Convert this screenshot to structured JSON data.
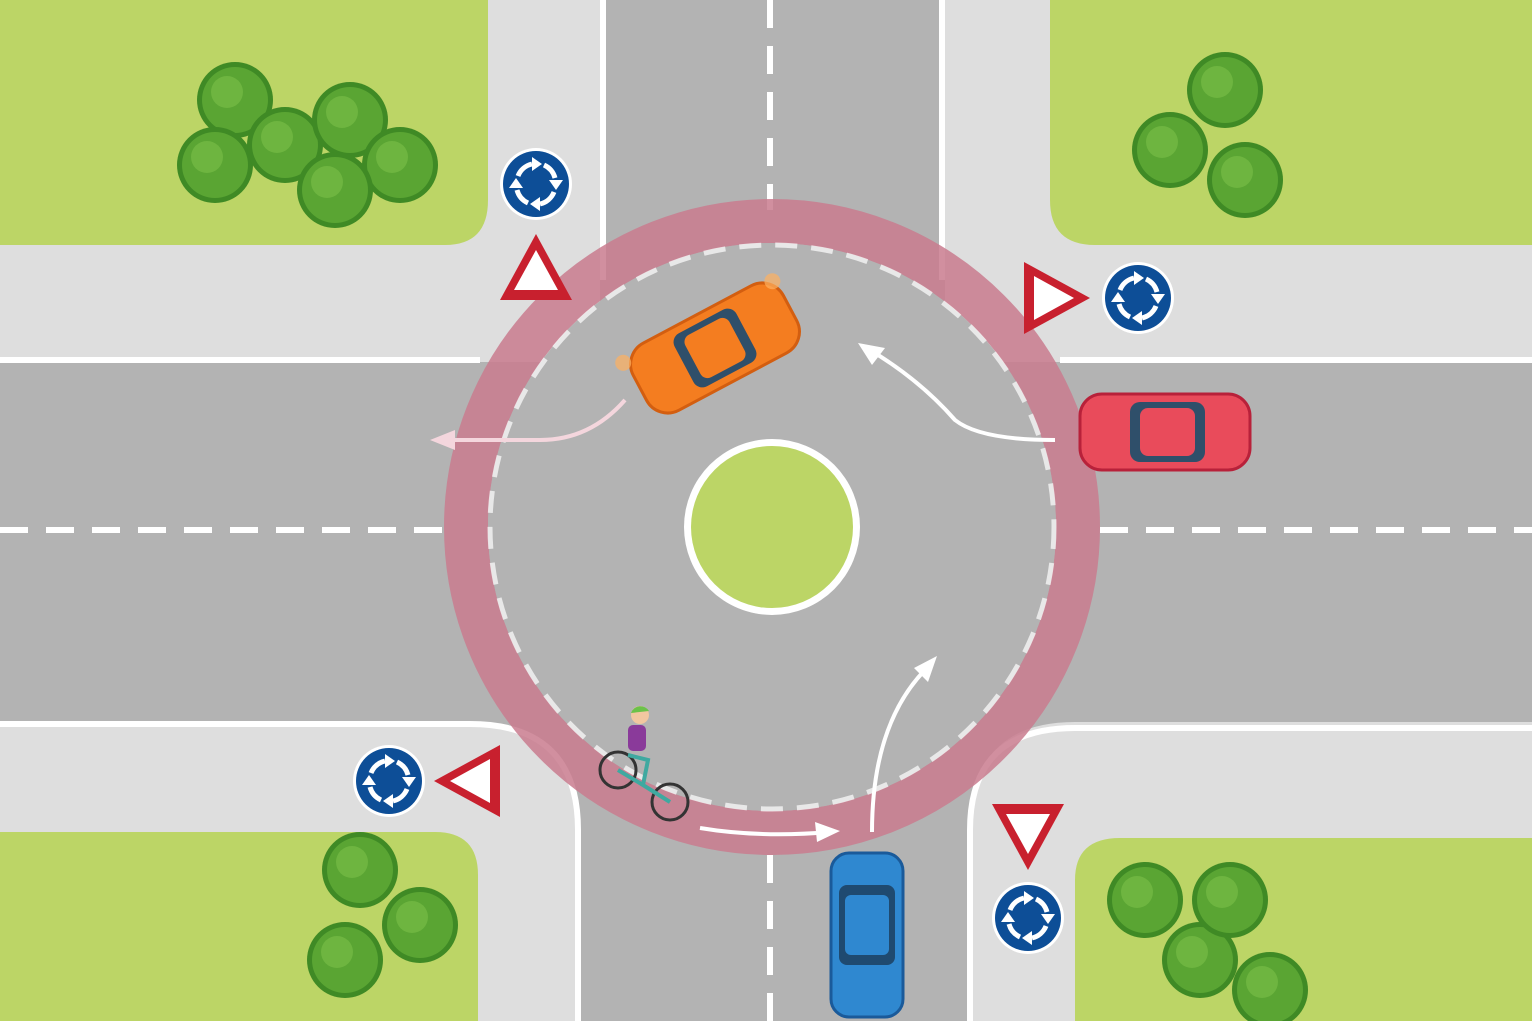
{
  "colors": {
    "grass": "#bcd566",
    "sidewalk": "#dedede",
    "asphalt": "#b3b3b3",
    "ring": "#c97b8e",
    "sign_blue": "#0d4e97",
    "sign_red": "#c8202e",
    "car_orange": "#f47d20",
    "car_red": "#e94b5b",
    "car_blue": "#2f88d0",
    "bush": "#4f9a2c"
  },
  "vehicles": [
    "orange-car",
    "red-car",
    "blue-car",
    "cyclist"
  ],
  "signs": [
    "roundabout-sign",
    "yield-sign"
  ]
}
